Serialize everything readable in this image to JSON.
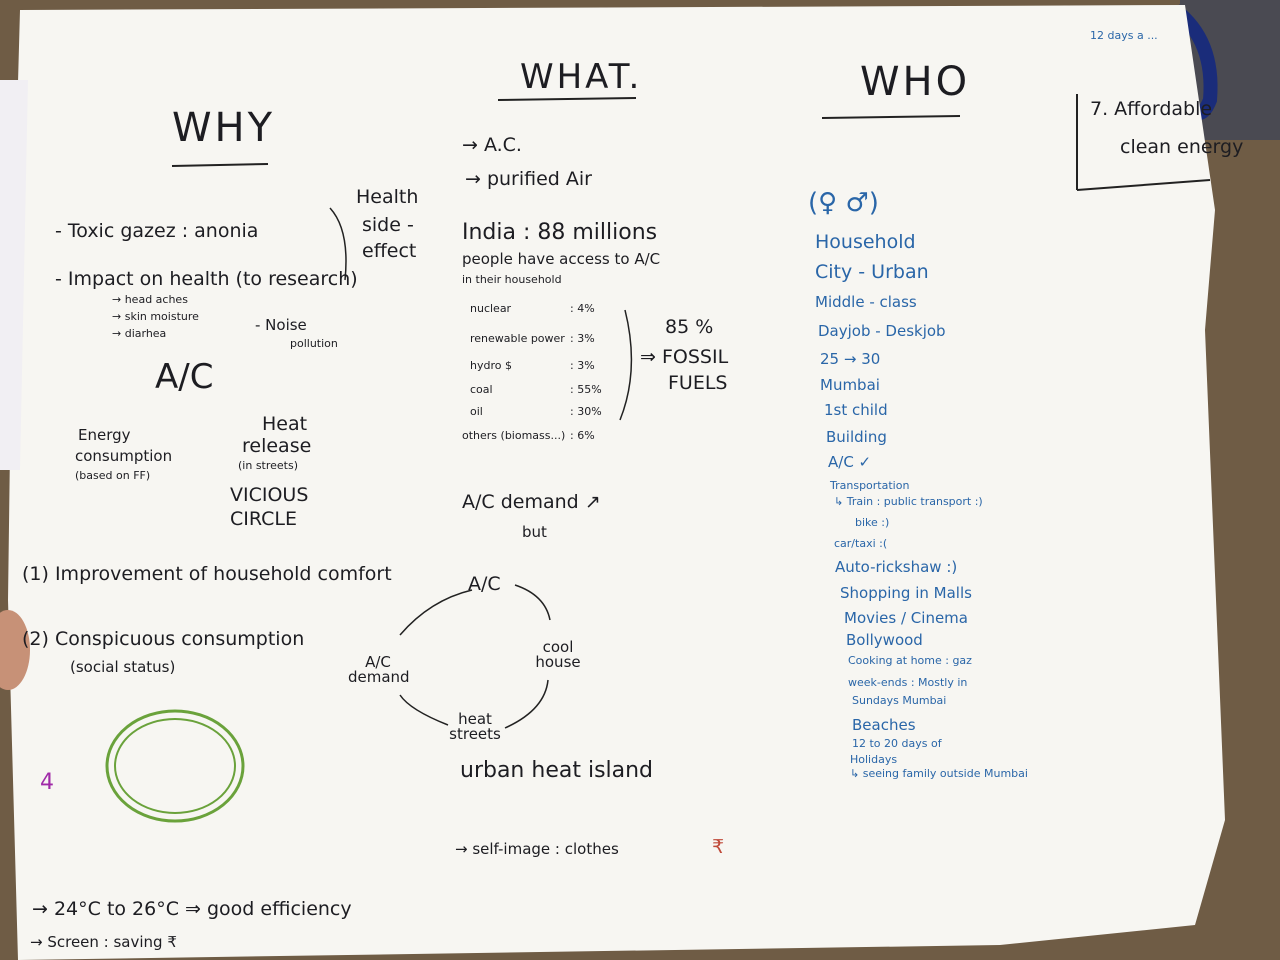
{
  "why": {
    "heading": "WHY",
    "toxic": "- Toxic gazez : anonia",
    "health_side_effect": [
      "Health",
      "side -",
      "effect"
    ],
    "impact": "- Impact on health (to research)",
    "sub_effects": [
      "→ head aches",
      "→ skin moisture",
      "→ diarhea"
    ],
    "noise": [
      "- Noise",
      "pollution"
    ],
    "ac": "A/C",
    "energy": [
      "Energy",
      "consumption",
      "(based on FF)"
    ],
    "heat": [
      "Heat",
      "release",
      "(in streets)"
    ],
    "vicious": [
      "VICIOUS",
      "CIRCLE"
    ],
    "reason1": "(1) Improvement of household comfort",
    "reason2": [
      "(2) Conspicuous consumption",
      "(social status)"
    ],
    "temp": "→ 24°C to 26°C ⇒ good efficiency",
    "screen": "→ Screen : saving ₹"
  },
  "what": {
    "heading": "WHAT.",
    "items": [
      "→ A.C.",
      "→ purified Air"
    ],
    "india": "India : 88 millions",
    "people": [
      "people have access to A/C",
      "in their household"
    ],
    "mix": [
      {
        "label": "nuclear",
        "value": ": 4%"
      },
      {
        "label": "renewable power",
        "value": ": 3%"
      },
      {
        "label": "hydro $",
        "value": ": 3%"
      },
      {
        "label": "coal",
        "value": ": 55%"
      },
      {
        "label": "oil",
        "value": ": 30%"
      },
      {
        "label": "others (biomass...)",
        "value": ": 6%"
      }
    ],
    "fossil": [
      "85 %",
      "⇒ FOSSIL",
      "FUELS"
    ],
    "demand": [
      "A/C demand ↗",
      "but"
    ],
    "cycle": [
      "A/C",
      "cool house",
      "heat streets",
      "A/C demand"
    ],
    "urban": "urban heat island",
    "self_image": "→ self-image : clothes",
    "rupee": "₹"
  },
  "who": {
    "heading": "WHO",
    "symbols": "(♀ ♂)",
    "lines": [
      "Household",
      "City - Urban",
      "Middle - class",
      "Dayjob - Deskjob",
      "25 → 30",
      "Mumbai",
      "1st child",
      "Building",
      "A/C ✓",
      "Transportation",
      "↳ Train : public transport :)",
      "bike :)",
      "car/taxi :(",
      "Auto-rickshaw :)",
      "Shopping in Malls",
      "Movies / Cinema",
      "Bollywood",
      "Cooking at home : gaz",
      "week-ends : Mostly in",
      "Sundays   Mumbai",
      "Beaches",
      "12 to 20 days of",
      "Holidays",
      "↳ seeing family outside Mumbai"
    ]
  },
  "corner": {
    "sdg": [
      "7. Affordable",
      "clean energy"
    ],
    "note": "12 days a ..."
  },
  "margin_mark": "4"
}
